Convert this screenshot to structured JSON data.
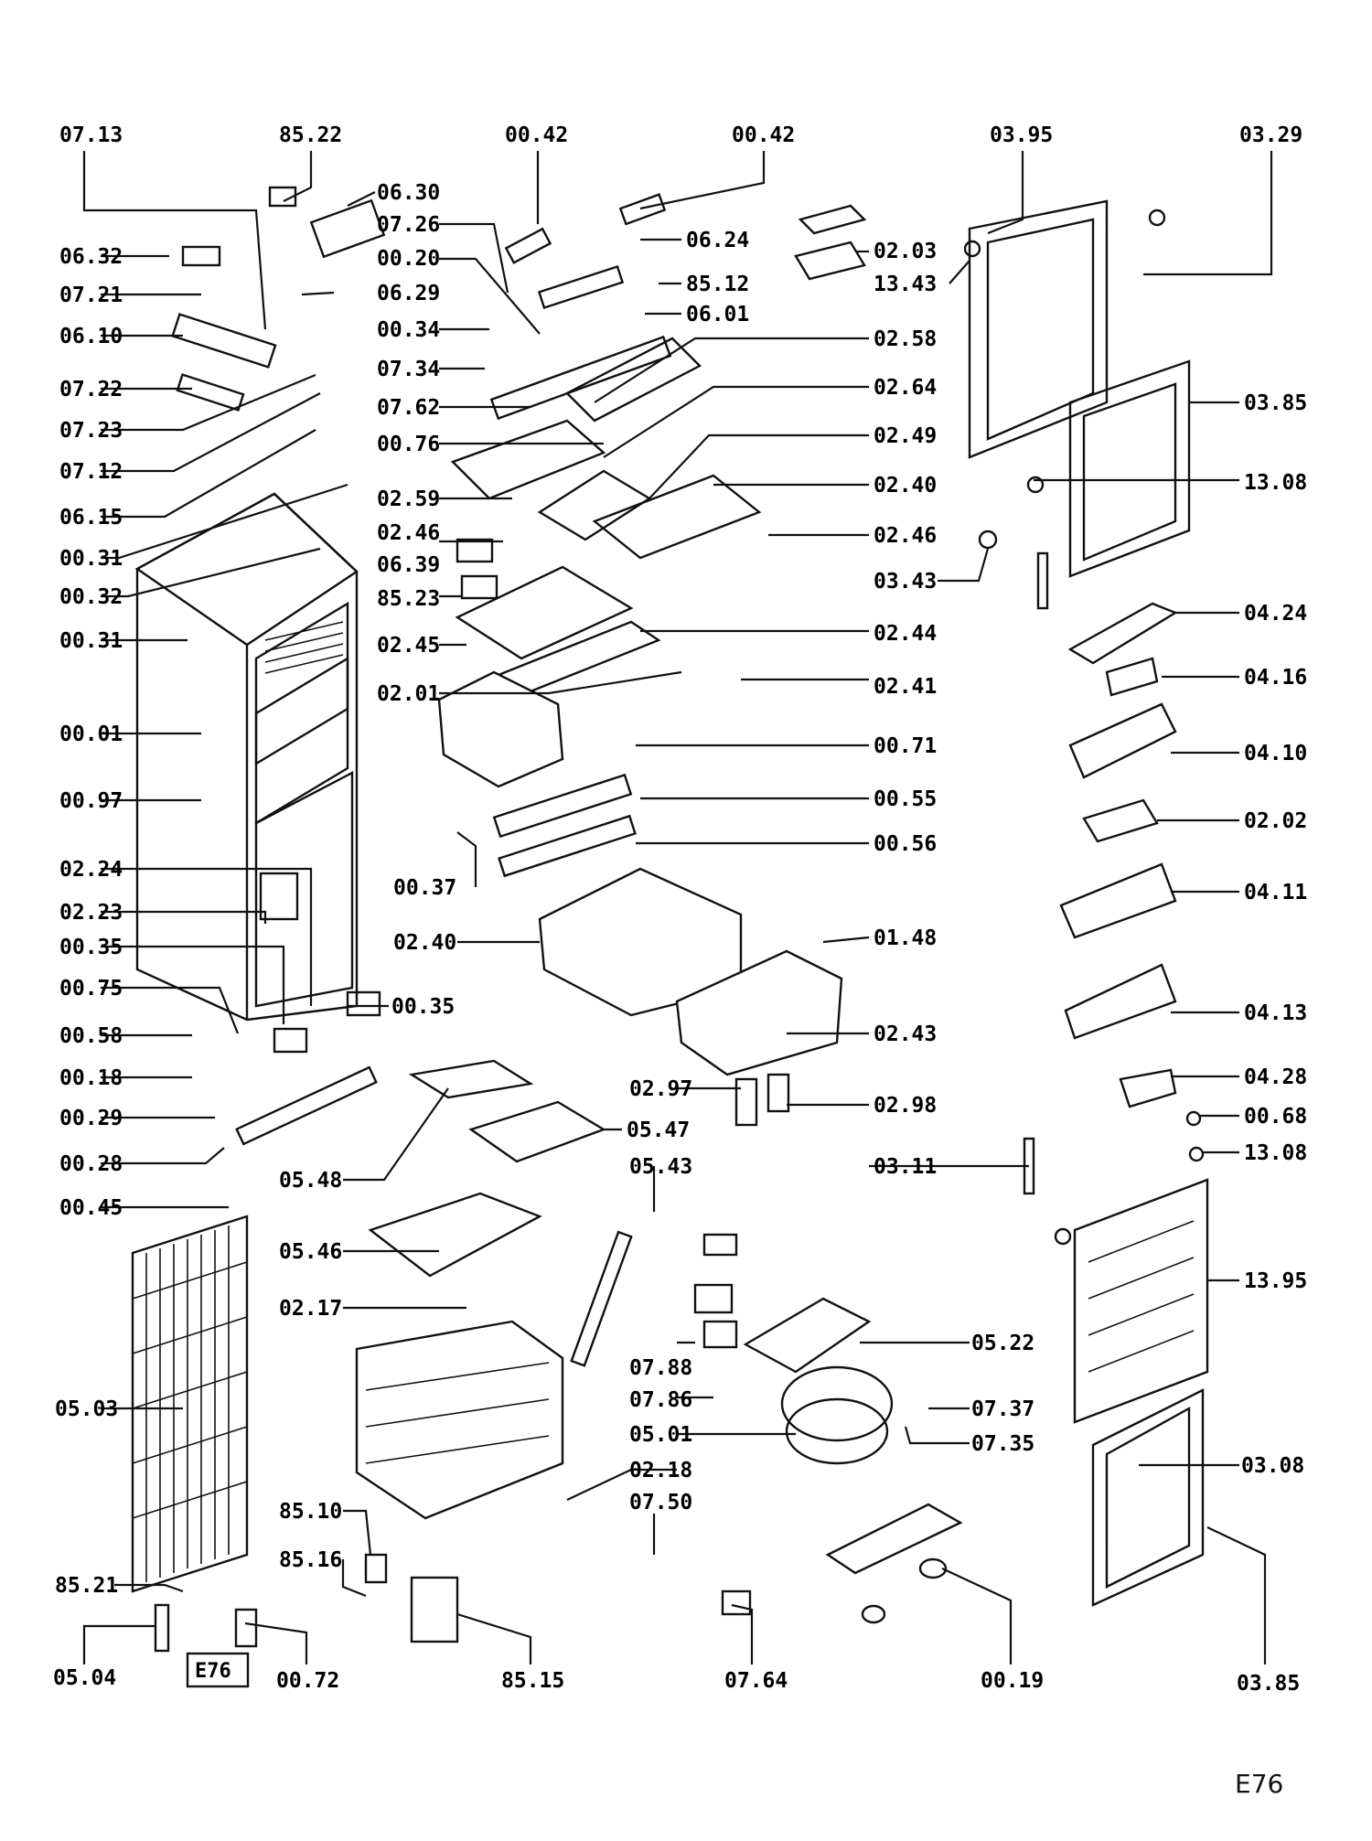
{
  "diagram": {
    "page_code": "E76",
    "model_box": "E76",
    "labels": [
      {
        "id": "l0713a",
        "text": "07.13"
      },
      {
        "id": "l8522",
        "text": "85.22"
      },
      {
        "id": "l0042a",
        "text": "00.42"
      },
      {
        "id": "l0042b",
        "text": "00.42"
      },
      {
        "id": "l0395",
        "text": "03.95"
      },
      {
        "id": "l0329",
        "text": "03.29"
      },
      {
        "id": "l0630",
        "text": "06.30"
      },
      {
        "id": "l0726",
        "text": "07.26"
      },
      {
        "id": "l0020",
        "text": "00.20"
      },
      {
        "id": "l0624",
        "text": "06.24"
      },
      {
        "id": "l0203",
        "text": "02.03"
      },
      {
        "id": "l1343",
        "text": "13.43"
      },
      {
        "id": "l0632",
        "text": "06.32"
      },
      {
        "id": "l0721",
        "text": "07.21"
      },
      {
        "id": "l0629",
        "text": "06.29"
      },
      {
        "id": "l8512",
        "text": "85.12"
      },
      {
        "id": "l0610",
        "text": "06.10"
      },
      {
        "id": "l0034",
        "text": "00.34"
      },
      {
        "id": "l0601",
        "text": "06.01"
      },
      {
        "id": "l0258",
        "text": "02.58"
      },
      {
        "id": "l0722",
        "text": "07.22"
      },
      {
        "id": "l0734",
        "text": "07.34"
      },
      {
        "id": "l0264",
        "text": "02.64"
      },
      {
        "id": "l0385a",
        "text": "03.85"
      },
      {
        "id": "l0723",
        "text": "07.23"
      },
      {
        "id": "l0762",
        "text": "07.62"
      },
      {
        "id": "l0249",
        "text": "02.49"
      },
      {
        "id": "l0712",
        "text": "07.12"
      },
      {
        "id": "l0076",
        "text": "00.76"
      },
      {
        "id": "l0240a",
        "text": "02.40"
      },
      {
        "id": "l1308a",
        "text": "13.08"
      },
      {
        "id": "l0615",
        "text": "06.15"
      },
      {
        "id": "l0259",
        "text": "02.59"
      },
      {
        "id": "l0246a",
        "text": "02.46"
      },
      {
        "id": "l0246b",
        "text": "02.46"
      },
      {
        "id": "l0031a",
        "text": "00.31"
      },
      {
        "id": "l0639",
        "text": "06.39"
      },
      {
        "id": "l0343",
        "text": "03.43"
      },
      {
        "id": "l0032",
        "text": "00.32"
      },
      {
        "id": "l8523",
        "text": "85.23"
      },
      {
        "id": "l0424",
        "text": "04.24"
      },
      {
        "id": "l0031b",
        "text": "00.31"
      },
      {
        "id": "l0245",
        "text": "02.45"
      },
      {
        "id": "l0244",
        "text": "02.44"
      },
      {
        "id": "l0416",
        "text": "04.16"
      },
      {
        "id": "l0201",
        "text": "02.01"
      },
      {
        "id": "l0241",
        "text": "02.41"
      },
      {
        "id": "l0001",
        "text": "00.01"
      },
      {
        "id": "l0071",
        "text": "00.71"
      },
      {
        "id": "l0410",
        "text": "04.10"
      },
      {
        "id": "l0097",
        "text": "00.97"
      },
      {
        "id": "l0055",
        "text": "00.55"
      },
      {
        "id": "l0202",
        "text": "02.02"
      },
      {
        "id": "l0056",
        "text": "00.56"
      },
      {
        "id": "l0224",
        "text": "02.24"
      },
      {
        "id": "l0037",
        "text": "00.37"
      },
      {
        "id": "l0411",
        "text": "04.11"
      },
      {
        "id": "l0223",
        "text": "02.23"
      },
      {
        "id": "l0240b",
        "text": "02.40"
      },
      {
        "id": "l0148",
        "text": "01.48"
      },
      {
        "id": "l0035a",
        "text": "00.35"
      },
      {
        "id": "l0075",
        "text": "00.75"
      },
      {
        "id": "l0035b",
        "text": "00.35"
      },
      {
        "id": "l0413",
        "text": "04.13"
      },
      {
        "id": "l0243",
        "text": "02.43"
      },
      {
        "id": "l0058",
        "text": "00.58"
      },
      {
        "id": "l0018",
        "text": "00.18"
      },
      {
        "id": "l0428",
        "text": "04.28"
      },
      {
        "id": "l0297",
        "text": "02.97"
      },
      {
        "id": "l0029",
        "text": "00.29"
      },
      {
        "id": "l0298",
        "text": "02.98"
      },
      {
        "id": "l0068",
        "text": "00.68"
      },
      {
        "id": "l0547",
        "text": "05.47"
      },
      {
        "id": "l1308b",
        "text": "13.08"
      },
      {
        "id": "l0028",
        "text": "00.28"
      },
      {
        "id": "l0543",
        "text": "05.43"
      },
      {
        "id": "l0311",
        "text": "03.11"
      },
      {
        "id": "l0548",
        "text": "05.48"
      },
      {
        "id": "l0045",
        "text": "00.45"
      },
      {
        "id": "l0546",
        "text": "05.46"
      },
      {
        "id": "l1395",
        "text": "13.95"
      },
      {
        "id": "l0217",
        "text": "02.17"
      },
      {
        "id": "l0522",
        "text": "05.22"
      },
      {
        "id": "l0788",
        "text": "07.88"
      },
      {
        "id": "l0503",
        "text": "05.03"
      },
      {
        "id": "l0786",
        "text": "07.86"
      },
      {
        "id": "l0737",
        "text": "07.37"
      },
      {
        "id": "l0501",
        "text": "05.01"
      },
      {
        "id": "l0735",
        "text": "07.35"
      },
      {
        "id": "l0218",
        "text": "02.18"
      },
      {
        "id": "l0308",
        "text": "03.08"
      },
      {
        "id": "l0750",
        "text": "07.50"
      },
      {
        "id": "l8510",
        "text": "85.10"
      },
      {
        "id": "l8516",
        "text": "85.16"
      },
      {
        "id": "l8521",
        "text": "85.21"
      },
      {
        "id": "l0504",
        "text": "05.04"
      },
      {
        "id": "l0072",
        "text": "00.72"
      },
      {
        "id": "l8515",
        "text": "85.15"
      },
      {
        "id": "l0764",
        "text": "07.64"
      },
      {
        "id": "l0019",
        "text": "00.19"
      },
      {
        "id": "l0385b",
        "text": "03.85"
      }
    ]
  }
}
